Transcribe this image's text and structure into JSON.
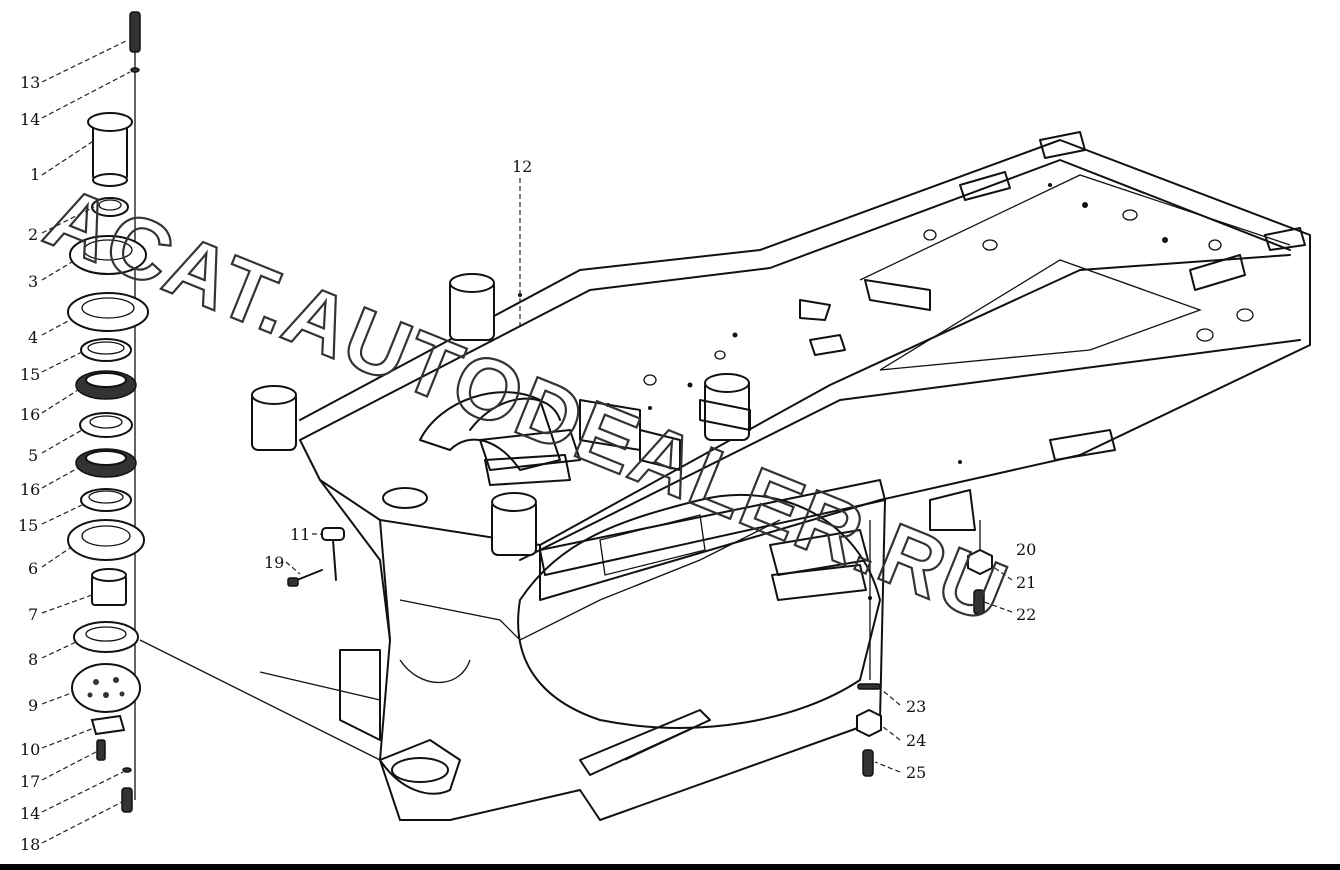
{
  "labels": [
    {
      "id": "13",
      "text": "13"
    },
    {
      "id": "14a",
      "text": "14"
    },
    {
      "id": "1",
      "text": "1"
    },
    {
      "id": "2",
      "text": "2"
    },
    {
      "id": "3",
      "text": "3"
    },
    {
      "id": "4",
      "text": "4"
    },
    {
      "id": "15a",
      "text": "15"
    },
    {
      "id": "16a",
      "text": "16"
    },
    {
      "id": "5",
      "text": "5"
    },
    {
      "id": "16b",
      "text": "16"
    },
    {
      "id": "15b",
      "text": "15"
    },
    {
      "id": "6",
      "text": "6"
    },
    {
      "id": "7",
      "text": "7"
    },
    {
      "id": "8",
      "text": "8"
    },
    {
      "id": "9",
      "text": "9"
    },
    {
      "id": "10",
      "text": "10"
    },
    {
      "id": "17",
      "text": "17"
    },
    {
      "id": "14b",
      "text": "14"
    },
    {
      "id": "18",
      "text": "18"
    },
    {
      "id": "12",
      "text": "12"
    },
    {
      "id": "11",
      "text": "11"
    },
    {
      "id": "19",
      "text": "19"
    },
    {
      "id": "20",
      "text": "20"
    },
    {
      "id": "21",
      "text": "21"
    },
    {
      "id": "22",
      "text": "22"
    },
    {
      "id": "23",
      "text": "23"
    },
    {
      "id": "24",
      "text": "24"
    },
    {
      "id": "25",
      "text": "25"
    }
  ],
  "watermark": "ACAT.AUTODEALER.RU",
  "colors": {
    "line": "#111111",
    "background": "#ffffff"
  }
}
